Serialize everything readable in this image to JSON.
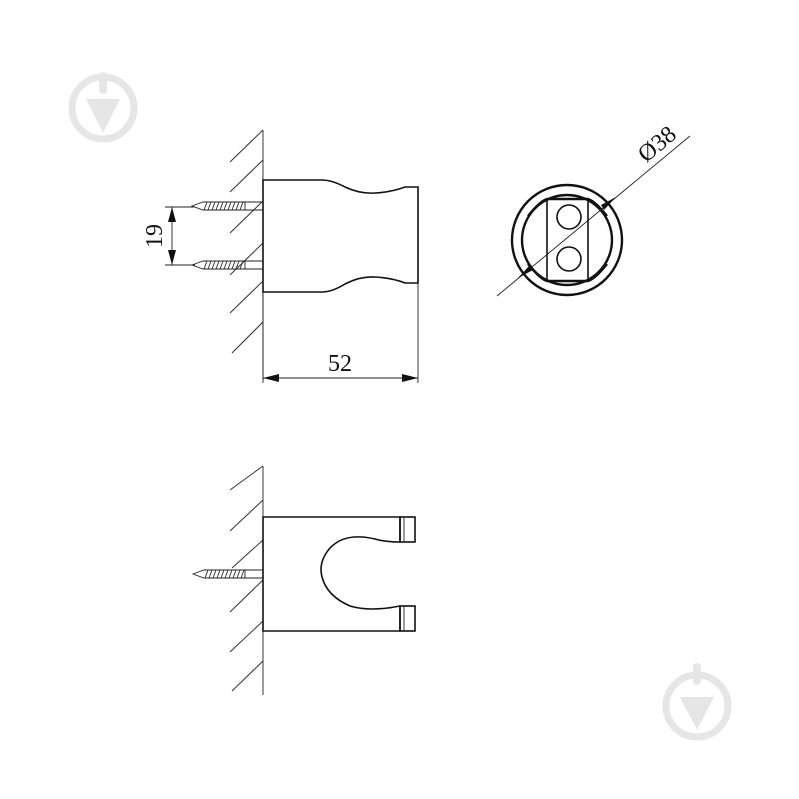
{
  "drawing": {
    "title": "Shower head wall holder - technical drawing",
    "views": [
      {
        "name": "side-view",
        "description": "Holder body mounted to wall with two screws"
      },
      {
        "name": "end-view",
        "description": "Circular front view with two screw holes"
      },
      {
        "name": "top-view",
        "description": "U-shaped clip holder mounted with one screw"
      }
    ],
    "dimensions": {
      "screw_spacing": "19",
      "length": "52",
      "diameter": "Ø38"
    },
    "colors": {
      "line": "#111111",
      "background": "#ffffff",
      "watermark": "#e6e6e6"
    },
    "watermarks": [
      {
        "name": "watermark-logo-top-left",
        "icon": "trowel-in-circle-icon"
      },
      {
        "name": "watermark-logo-bottom-right",
        "icon": "trowel-in-circle-icon"
      }
    ]
  }
}
